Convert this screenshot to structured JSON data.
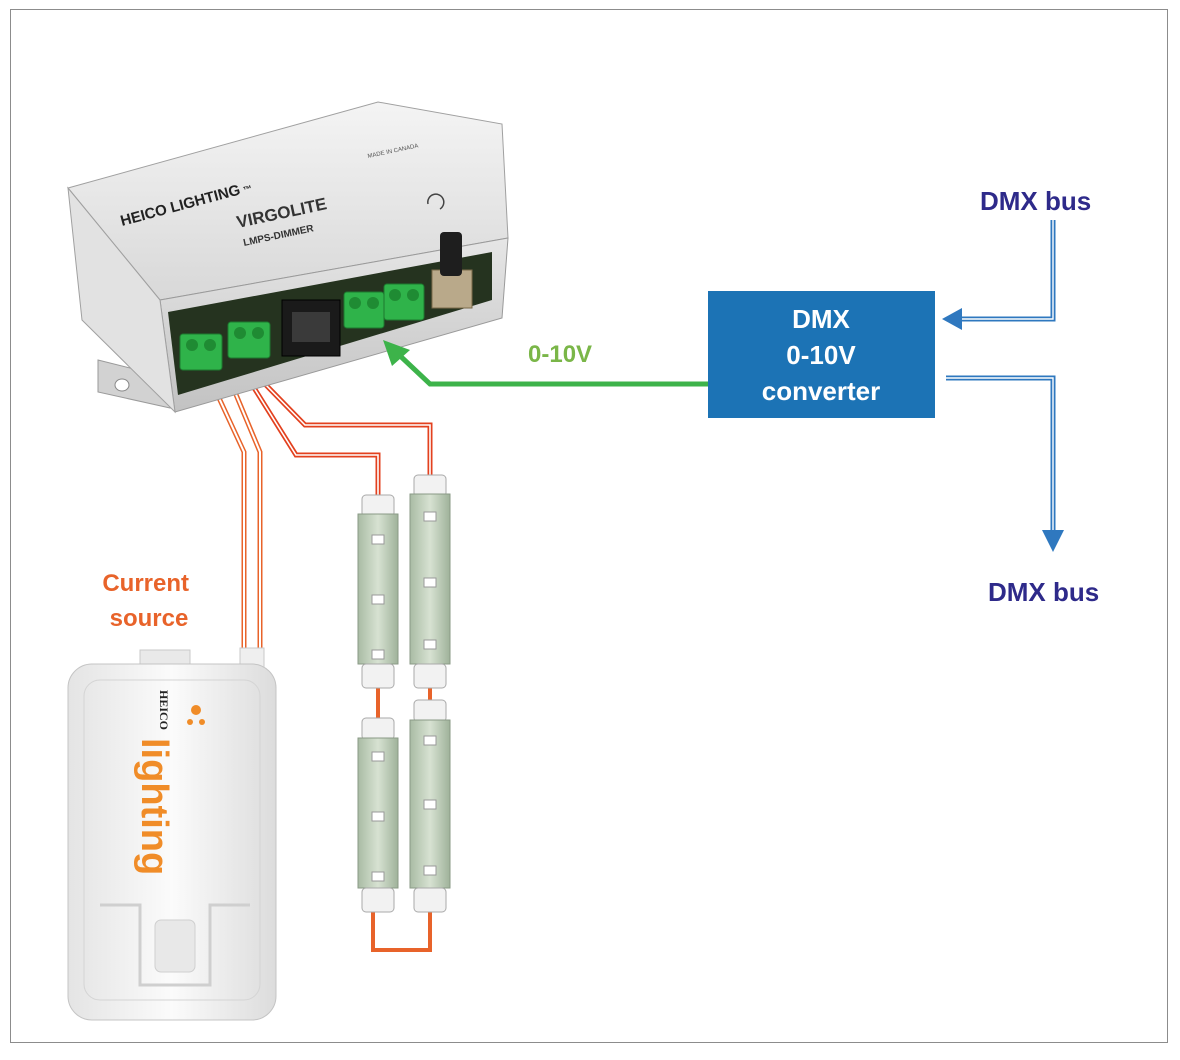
{
  "labels": {
    "dmx_bus_top": "DMX bus",
    "dmx_bus_bottom": "DMX bus",
    "voltage_signal": "0-10V",
    "current_source": [
      "Current",
      "source"
    ],
    "converter": [
      "DMX",
      "0-10V",
      "converter"
    ]
  },
  "device": {
    "brand": "HEICO LIGHTING",
    "trademark": "™",
    "product_logo": "VIRGOLITE",
    "model": "LMPS-DIMMER",
    "made_in": "MADE IN CANADA"
  },
  "power_supply": {
    "brand_small": "HEICO",
    "brand_large": "lighting"
  },
  "colors": {
    "dmx_text": "#2e2a8a",
    "converter_fill": "#1c73b5",
    "green_signal": "#3db34a",
    "green_label": "#7ab648",
    "orange": "#e8632a",
    "red": "#e3411f",
    "blue_arrow": "#2f78bf"
  },
  "icons": [
    "dimmer-device-image",
    "power-supply-image",
    "led-module-image",
    "connection-arrow"
  ]
}
